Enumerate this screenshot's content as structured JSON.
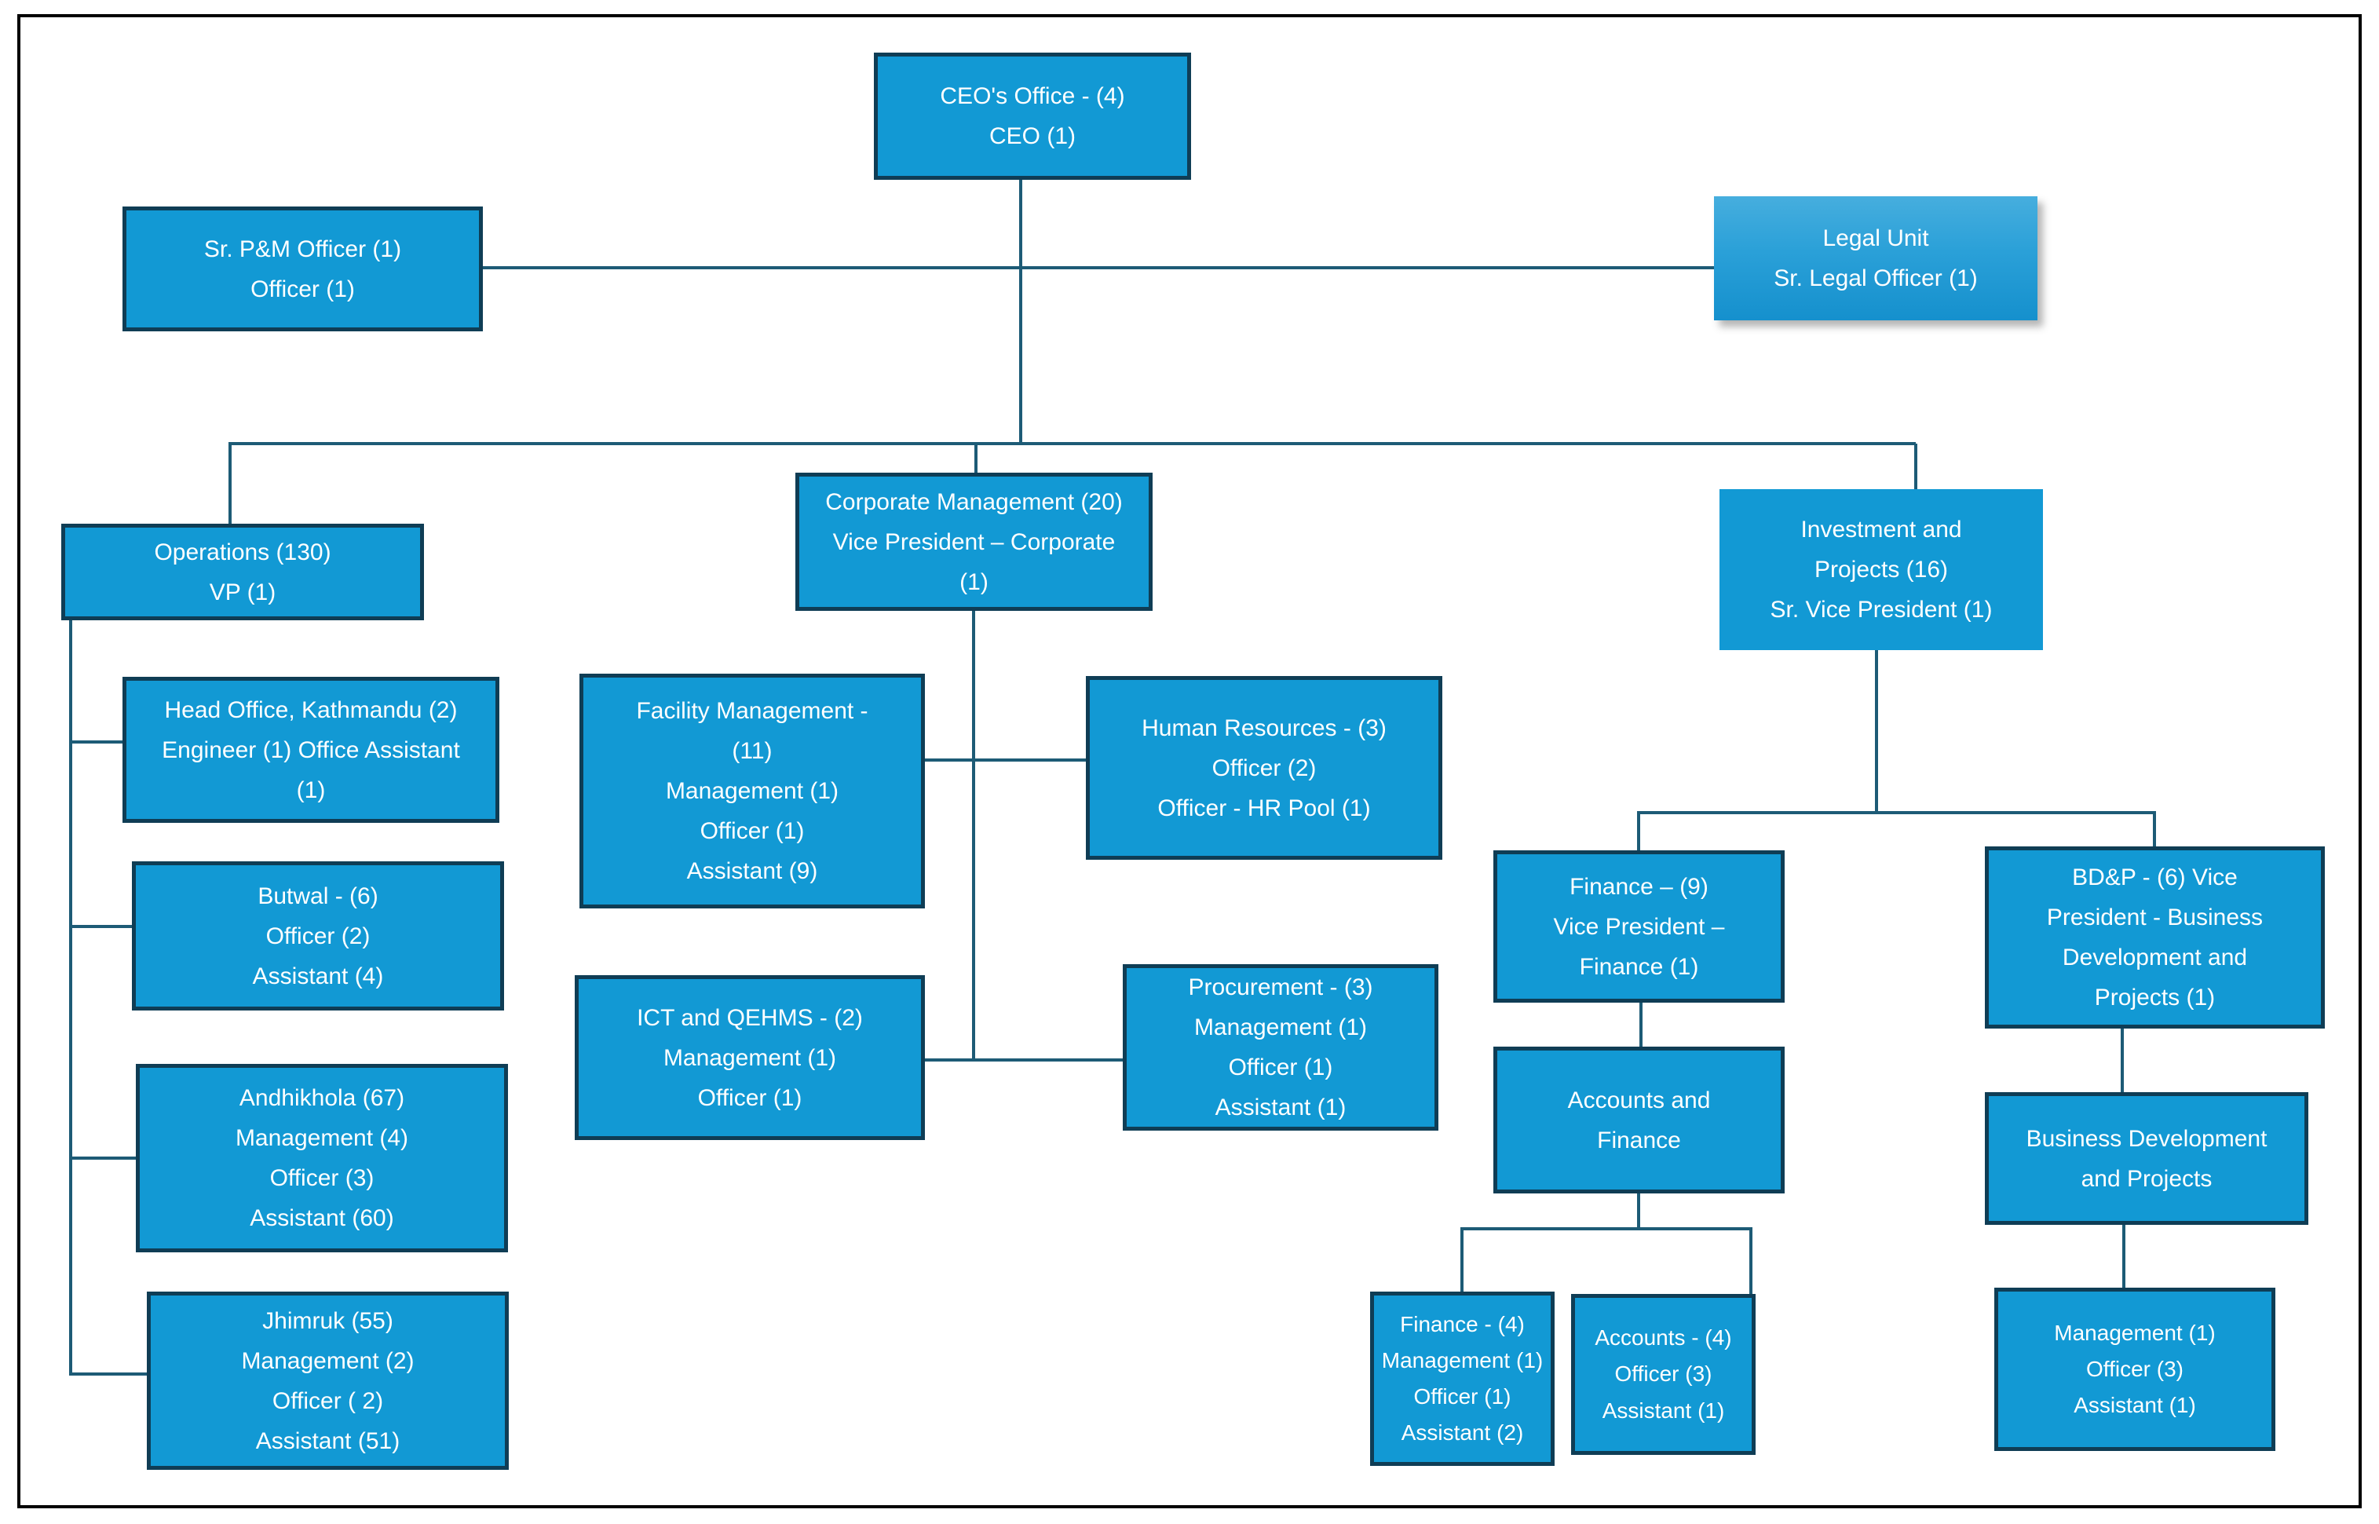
{
  "diagram": {
    "type": "org-chart",
    "palette": {
      "box_fill": "#1299d4",
      "box_border": "#0f3d55",
      "connector": "#1d5b76",
      "legal_gradient_top": "#46aede",
      "legal_gradient_bottom": "#1590cd",
      "text": "#ffffff",
      "frame": "#000000"
    },
    "boxes": [
      {
        "id": "ceo-office",
        "text": "CEO's Office - (4)\nCEO (1)"
      },
      {
        "id": "sr-pm-officer",
        "text": "Sr. P&M Officer (1)\nOfficer (1)"
      },
      {
        "id": "legal-unit",
        "text": "Legal Unit\nSr. Legal Officer (1)"
      },
      {
        "id": "corporate-management",
        "text": "Corporate Management (20)\nVice President – Corporate\n(1)"
      },
      {
        "id": "operations",
        "text": "Operations (130)\nVP (1)"
      },
      {
        "id": "investment-projects",
        "text": "Investment and\nProjects  (16)\nSr. Vice President (1)"
      },
      {
        "id": "head-office-kathmandu",
        "text": "Head Office, Kathmandu (2)\nEngineer (1) Office Assistant\n(1)"
      },
      {
        "id": "facility-management",
        "text": "Facility Management -\n(11)\nManagement (1)\nOfficer (1)\nAssistant (9)"
      },
      {
        "id": "human-resources",
        "text": "Human Resources - (3)\nOfficer (2)\nOfficer - HR Pool  (1)"
      },
      {
        "id": "butwal",
        "text": "Butwal - (6)\nOfficer (2)\nAssistant (4)"
      },
      {
        "id": "finance-9",
        "text": "Finance – (9)\nVice President –\nFinance (1)"
      },
      {
        "id": "bdp",
        "text": "BD&P  - (6) Vice\nPresident - Business\nDevelopment and\nProjects  (1)"
      },
      {
        "id": "ict-qehms",
        "text": "ICT and QEHMS - (2)\nManagement (1)\nOfficer (1)"
      },
      {
        "id": "procurement",
        "text": "Procurement - (3)\nManagement (1)\nOfficer (1)\nAssistant (1)"
      },
      {
        "id": "andhikhola",
        "text": "Andhikhola (67)\nManagement (4)\nOfficer (3)\nAssistant (60)"
      },
      {
        "id": "accounts-and-finance",
        "text": "Accounts and\nFinance"
      },
      {
        "id": "business-development-projects",
        "text": "Business Development\nand Projects"
      },
      {
        "id": "jhimruk",
        "text": "Jhimruk (55)\nManagement (2)\nOfficer ( 2)\nAssistant (51)"
      },
      {
        "id": "finance-4",
        "text": "Finance - (4)\nManagement (1)\nOfficer (1)\nAssistant (2)"
      },
      {
        "id": "accounts-4",
        "text": "Accounts - (4)\nOfficer (3)\nAssistant (1)"
      },
      {
        "id": "bdp-staff",
        "text": "Management (1)\nOfficer (3)\nAssistant (1)"
      }
    ]
  }
}
